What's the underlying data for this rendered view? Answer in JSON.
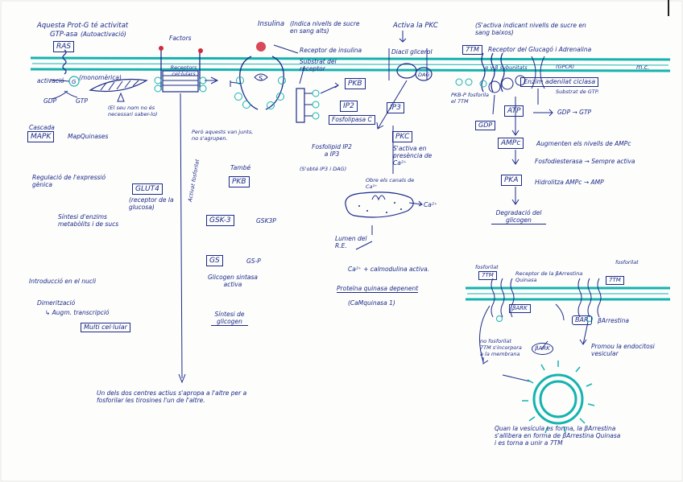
{
  "colors": {
    "ink": "#1b2a8a",
    "membrane": "#14b3b0",
    "receptor_red": "#d02a3a",
    "paper": "#fdfdfb"
  },
  "top_left": {
    "note_line1": "Aquesta Prot-G té activitat",
    "note_line2": "GTP-asa",
    "note_paren": "(Autoactivació)",
    "ras": "RAS",
    "activacio": "activació",
    "monomerica": "(monomèrica)",
    "gdp": "GDP",
    "gtp": "GTP",
    "note_ell": "(El seu nom no és necessari saber-lo)",
    "cascada": "Cascada",
    "mapk": "MAPK",
    "mapquinases": "MapQuinases",
    "regulacio": "Regulació de l'expressió gènica",
    "glut4": "GLUT4",
    "glut4_note": "(receptor de la glucosa)",
    "sintesi": "Síntesi d'enzims metabòlits i de sucs",
    "introduccio": "Introducció en el nucli",
    "dimeritzacio": "Dimerització",
    "augm": "↳ Augm. transcripció",
    "multi": "Multi cel·lular"
  },
  "factors": {
    "label": "Factors",
    "receptors": "Receptors cel·lulars"
  },
  "insulin": {
    "label": "Insulina",
    "note": "(Indica nivells de sucre en sang alts)",
    "receptor": "Receptor de insulina",
    "substrat": "Substrat del receptor",
    "units": "Però aquests van junts, no s'agrupen.",
    "pkb_top": "PKB",
    "ip2": "IP2",
    "ip3": "IP3",
    "fosfolipasa": "Fosfolipasa C",
    "fosfolipid": "Fosfolipid IP2 a IP3",
    "side": "(S'obté IP3 i DAG)",
    "tambe": "També",
    "pkb": "PKB",
    "activat_fosforilat": "Activat fosforilat",
    "gsk3": "GSK-3",
    "gsk3p": "GSK3P",
    "gs": "GS",
    "gsp": "GS-P",
    "glicogen_active": "Glicogen sintasa activa",
    "sintesi_glicogen": "Síntesi de glicogen",
    "bottom_note": "Un dels dos centres actius s'apropa a l'altre per a fosforilar les tirosines l'un de l'altre."
  },
  "pkc": {
    "activa": "Activa la PKC",
    "diacil": "Diacil glicerol",
    "dag": "DAG",
    "pkc": "PKC",
    "pkc_note": "S'activa en presència de Ca²⁺",
    "obre": "Obre els canals de Ca²⁺",
    "ca": "Ca²⁺",
    "lumen": "Lumen del R.E.",
    "calmodulina": "Ca²⁺ + calmodulina activa.",
    "proteina": "Proteïna quinasa depenent",
    "camquinasa": "(CaMquinasa 1)"
  },
  "right": {
    "note": "(S'activa indicant nivells de sucre en sang baixos)",
    "7tm": "7TM",
    "receptor_glucagon": "Receptor del Glucagó i Adrenalina",
    "subunitats": "α γ β subunitats",
    "gpcr": "(GPCR)",
    "mc": "m.c.",
    "pkbp": "PKB-P fosforila el 7TM",
    "enzim": "Enzim adenilat ciclasa",
    "substrat": "Substrat de GTP.",
    "gdp": "GDP",
    "atp": "ATP",
    "gdp_gtp": "GDP → GTP",
    "ampc": "AMPc",
    "augmenten": "Augmenten els nivells de AMPc",
    "fosfodiesterasa": "Fosfodiesterasa → Sempre activa",
    "hidrolitza": "Hidrolitza AMPc → AMP",
    "pka": "PKA",
    "degradacio": "Degradació del glicogen"
  },
  "barrestin": {
    "fosforilat": "fosforilat",
    "7tm_left": "7TM",
    "receptor": "Receptor de la βArrestina Quinasa",
    "fosforilat_r": "fosforilat",
    "7tm_right": "7TM",
    "bark_small": "βARK",
    "bar": "BAR",
    "barrestina": "βArrestina",
    "no_fosf": "no fosforilat 7TM s'incorpora a la membrana",
    "bark_circle": "βARK",
    "promou": "Promou la endocitosi vesicular",
    "final": "Quan la vesícula es forma, la βArrestina s'allibera en forma de βArrestina Quinasa i es torna a unir a 7TM"
  }
}
